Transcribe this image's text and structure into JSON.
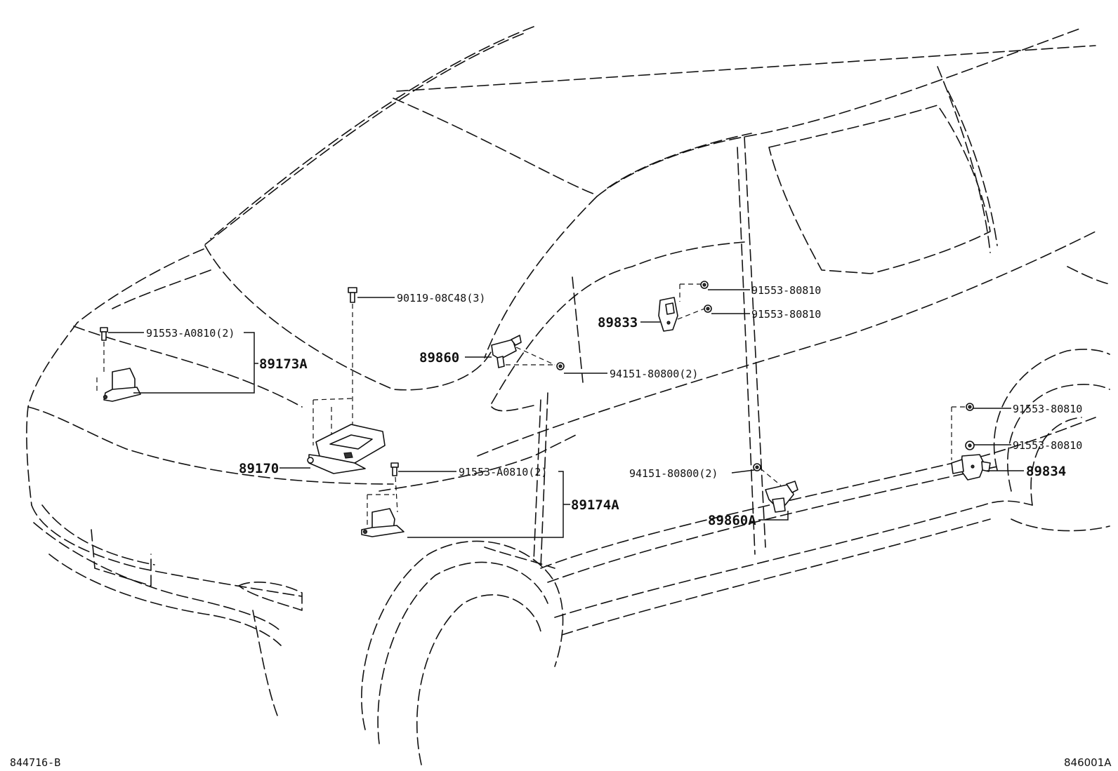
{
  "labels": {
    "bolt_top": "90119-08C48(3)",
    "screw_left": "91553-A0810(2)",
    "sensor_left": "89173A",
    "ecu": "89170",
    "screw_center": "91553-A0810(2)",
    "sensor_center": "89174A",
    "sensor_pillar": "89860",
    "nut_pillar": "94151-80800(2)",
    "side_sensor": "89833",
    "screw_side_1": "91553-80810",
    "screw_side_2": "91553-80810",
    "nut_door": "94151-80800(2)",
    "sensor_door": "89860A",
    "screw_rear_1": "91553-80810",
    "screw_rear_2": "91553-80810",
    "rear_sensor": "89834"
  },
  "footer": {
    "left_code": "844716-B",
    "right_code": "846001A"
  }
}
